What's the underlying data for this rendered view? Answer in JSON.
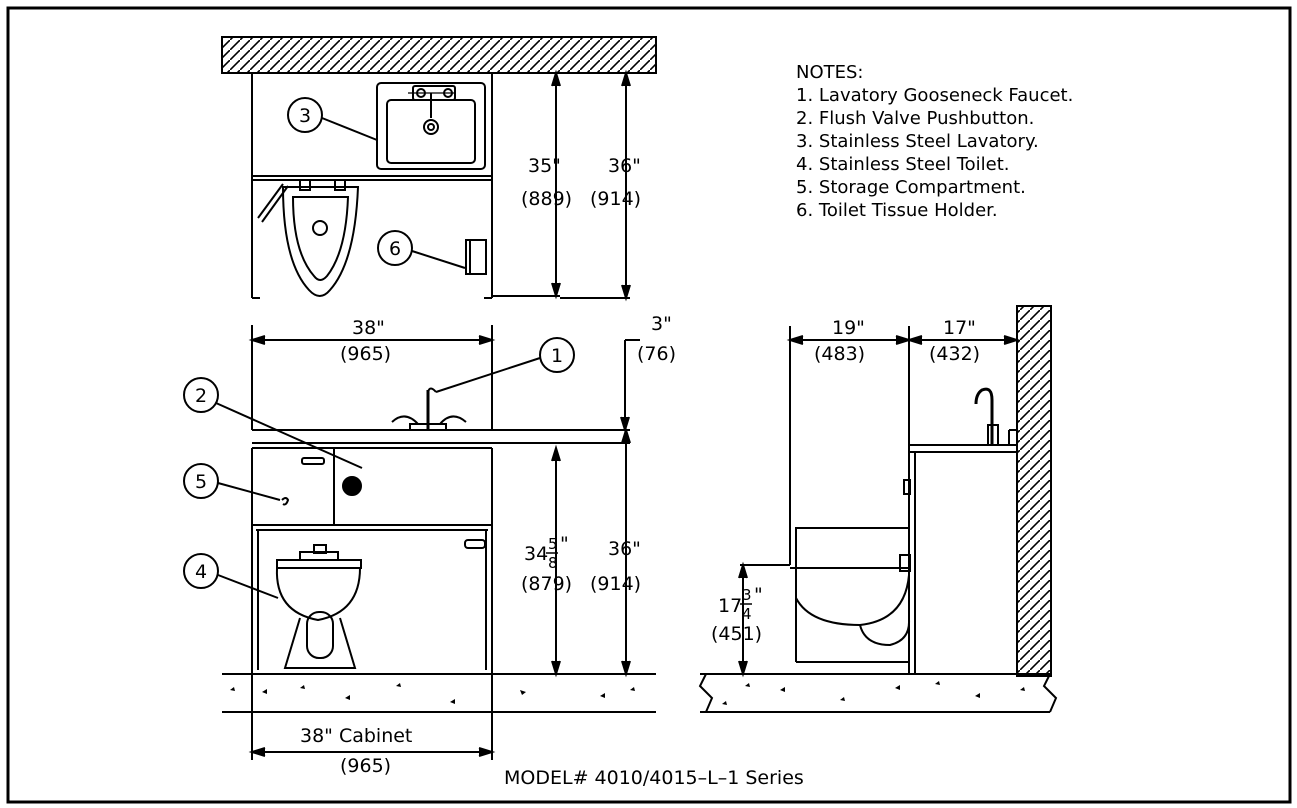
{
  "notes": {
    "heading": "NOTES:",
    "items": [
      "1. Lavatory Gooseneck Faucet.",
      "2. Flush Valve Pushbutton.",
      "3. Stainless Steel Lavatory.",
      "4. Stainless Steel Toilet.",
      "5. Storage Compartment.",
      "6. Toilet Tissue Holder."
    ]
  },
  "callouts": [
    "1",
    "2",
    "3",
    "4",
    "5",
    "6"
  ],
  "dimensions": {
    "top_35_in": "35\"",
    "top_35_mm": "(889)",
    "top_36_in": "36\"",
    "top_36_mm": "(914)",
    "front_width_in": "38\"",
    "front_width_mm": "(965)",
    "front_3_in": "3\"",
    "front_3_mm": "(76)",
    "front_34_int": "34",
    "front_34_num": "5",
    "front_34_den": "8",
    "front_34_mm": "(879)",
    "front_36_in": "36\"",
    "front_36_mm": "(914)",
    "cabinet_in": "38\" Cabinet",
    "cabinet_mm": "(965)",
    "side_19_in": "19\"",
    "side_19_mm": "(483)",
    "side_17_in": "17\"",
    "side_17_mm": "(432)",
    "side_1734_int": "17",
    "side_1734_num": "3",
    "side_1734_den": "4",
    "side_1734_mm": "(451)"
  },
  "model": "MODEL# 4010/4015–L–1 Series"
}
